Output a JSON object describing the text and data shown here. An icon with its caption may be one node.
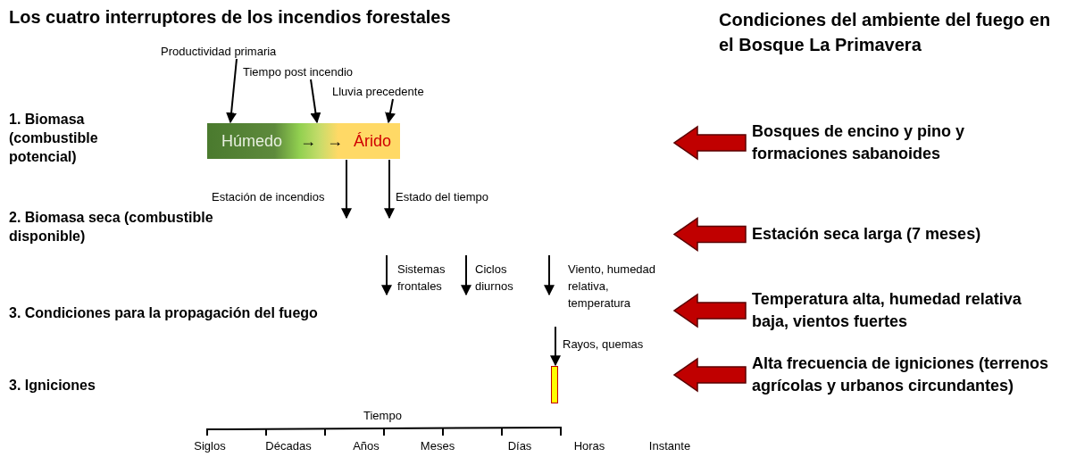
{
  "diagram": {
    "title": "Los cuatro interruptores de los incendios forestales",
    "nodes": [
      {
        "text": [
          "Húmedo",
          "→",
          "→",
          "Árido"
        ]
      },
      {
        "text": [
          "Productividad primaria"
        ]
      },
      {
        "text": [
          "Tiempo post incendio"
        ]
      },
      {
        "text": [
          "Lluvia precedente"
        ]
      },
      {
        "text": [],
        "shape": "bar"
      },
      {
        "text": [
          "Bosques de encino y pino y formaciones sabanoides"
        ]
      },
      {
        "text": [
          "Estación seca larga (7 meses)"
        ]
      },
      {
        "text": [
          "Temperatura alta, humedad relativa baja, vientos fuertes"
        ]
      },
      {
        "text": [
          "Alta frecuencia de igniciones (terrenos agrícolas y urbanos circundantes)"
        ]
      }
    ],
    "edges": [
      {
        "from": 1,
        "to": 0,
        "arrow": "to"
      },
      {
        "from": 2,
        "to": 0,
        "arrow": "to"
      },
      {
        "from": 3,
        "to": 0,
        "arrow": "to"
      },
      {
        "from": 0,
        "to": null,
        "arrow": "to",
        "label": "Estación de incendios"
      },
      {
        "from": 0,
        "to": null,
        "arrow": "to",
        "label": "Estado del tiempo"
      },
      {
        "from": null,
        "to": 4,
        "arrow": "to",
        "label": "Rayos, quemas"
      },
      {
        "from": 5,
        "to": null,
        "arrow": "to",
        "style": "thick",
        "color": "#c00000"
      },
      {
        "from": 6,
        "to": null,
        "arrow": "to",
        "style": "thick",
        "color": "#c00000"
      },
      {
        "from": 7,
        "to": null,
        "arrow": "to",
        "style": "thick",
        "color": "#c00000"
      },
      {
        "from": 8,
        "to": null,
        "arrow": "to",
        "style": "thick",
        "color": "#c00000"
      }
    ],
    "labels": [
      "Condiciones del ambiente del fuego en el Bosque La Primavera",
      "1. Biomasa (combustible potencial)",
      "2. Biomasa seca (combustible disponible)",
      "Sistemas frontales",
      "Ciclos diurnos",
      "Viento, humedad relativa, temperatura",
      "3. Condiciones para la propagación del fuego",
      "3. Igniciones",
      "Tiempo",
      "Siglos",
      "Décadas",
      "Años",
      "Meses",
      "Días",
      "Horas",
      "Instante"
    ]
  }
}
